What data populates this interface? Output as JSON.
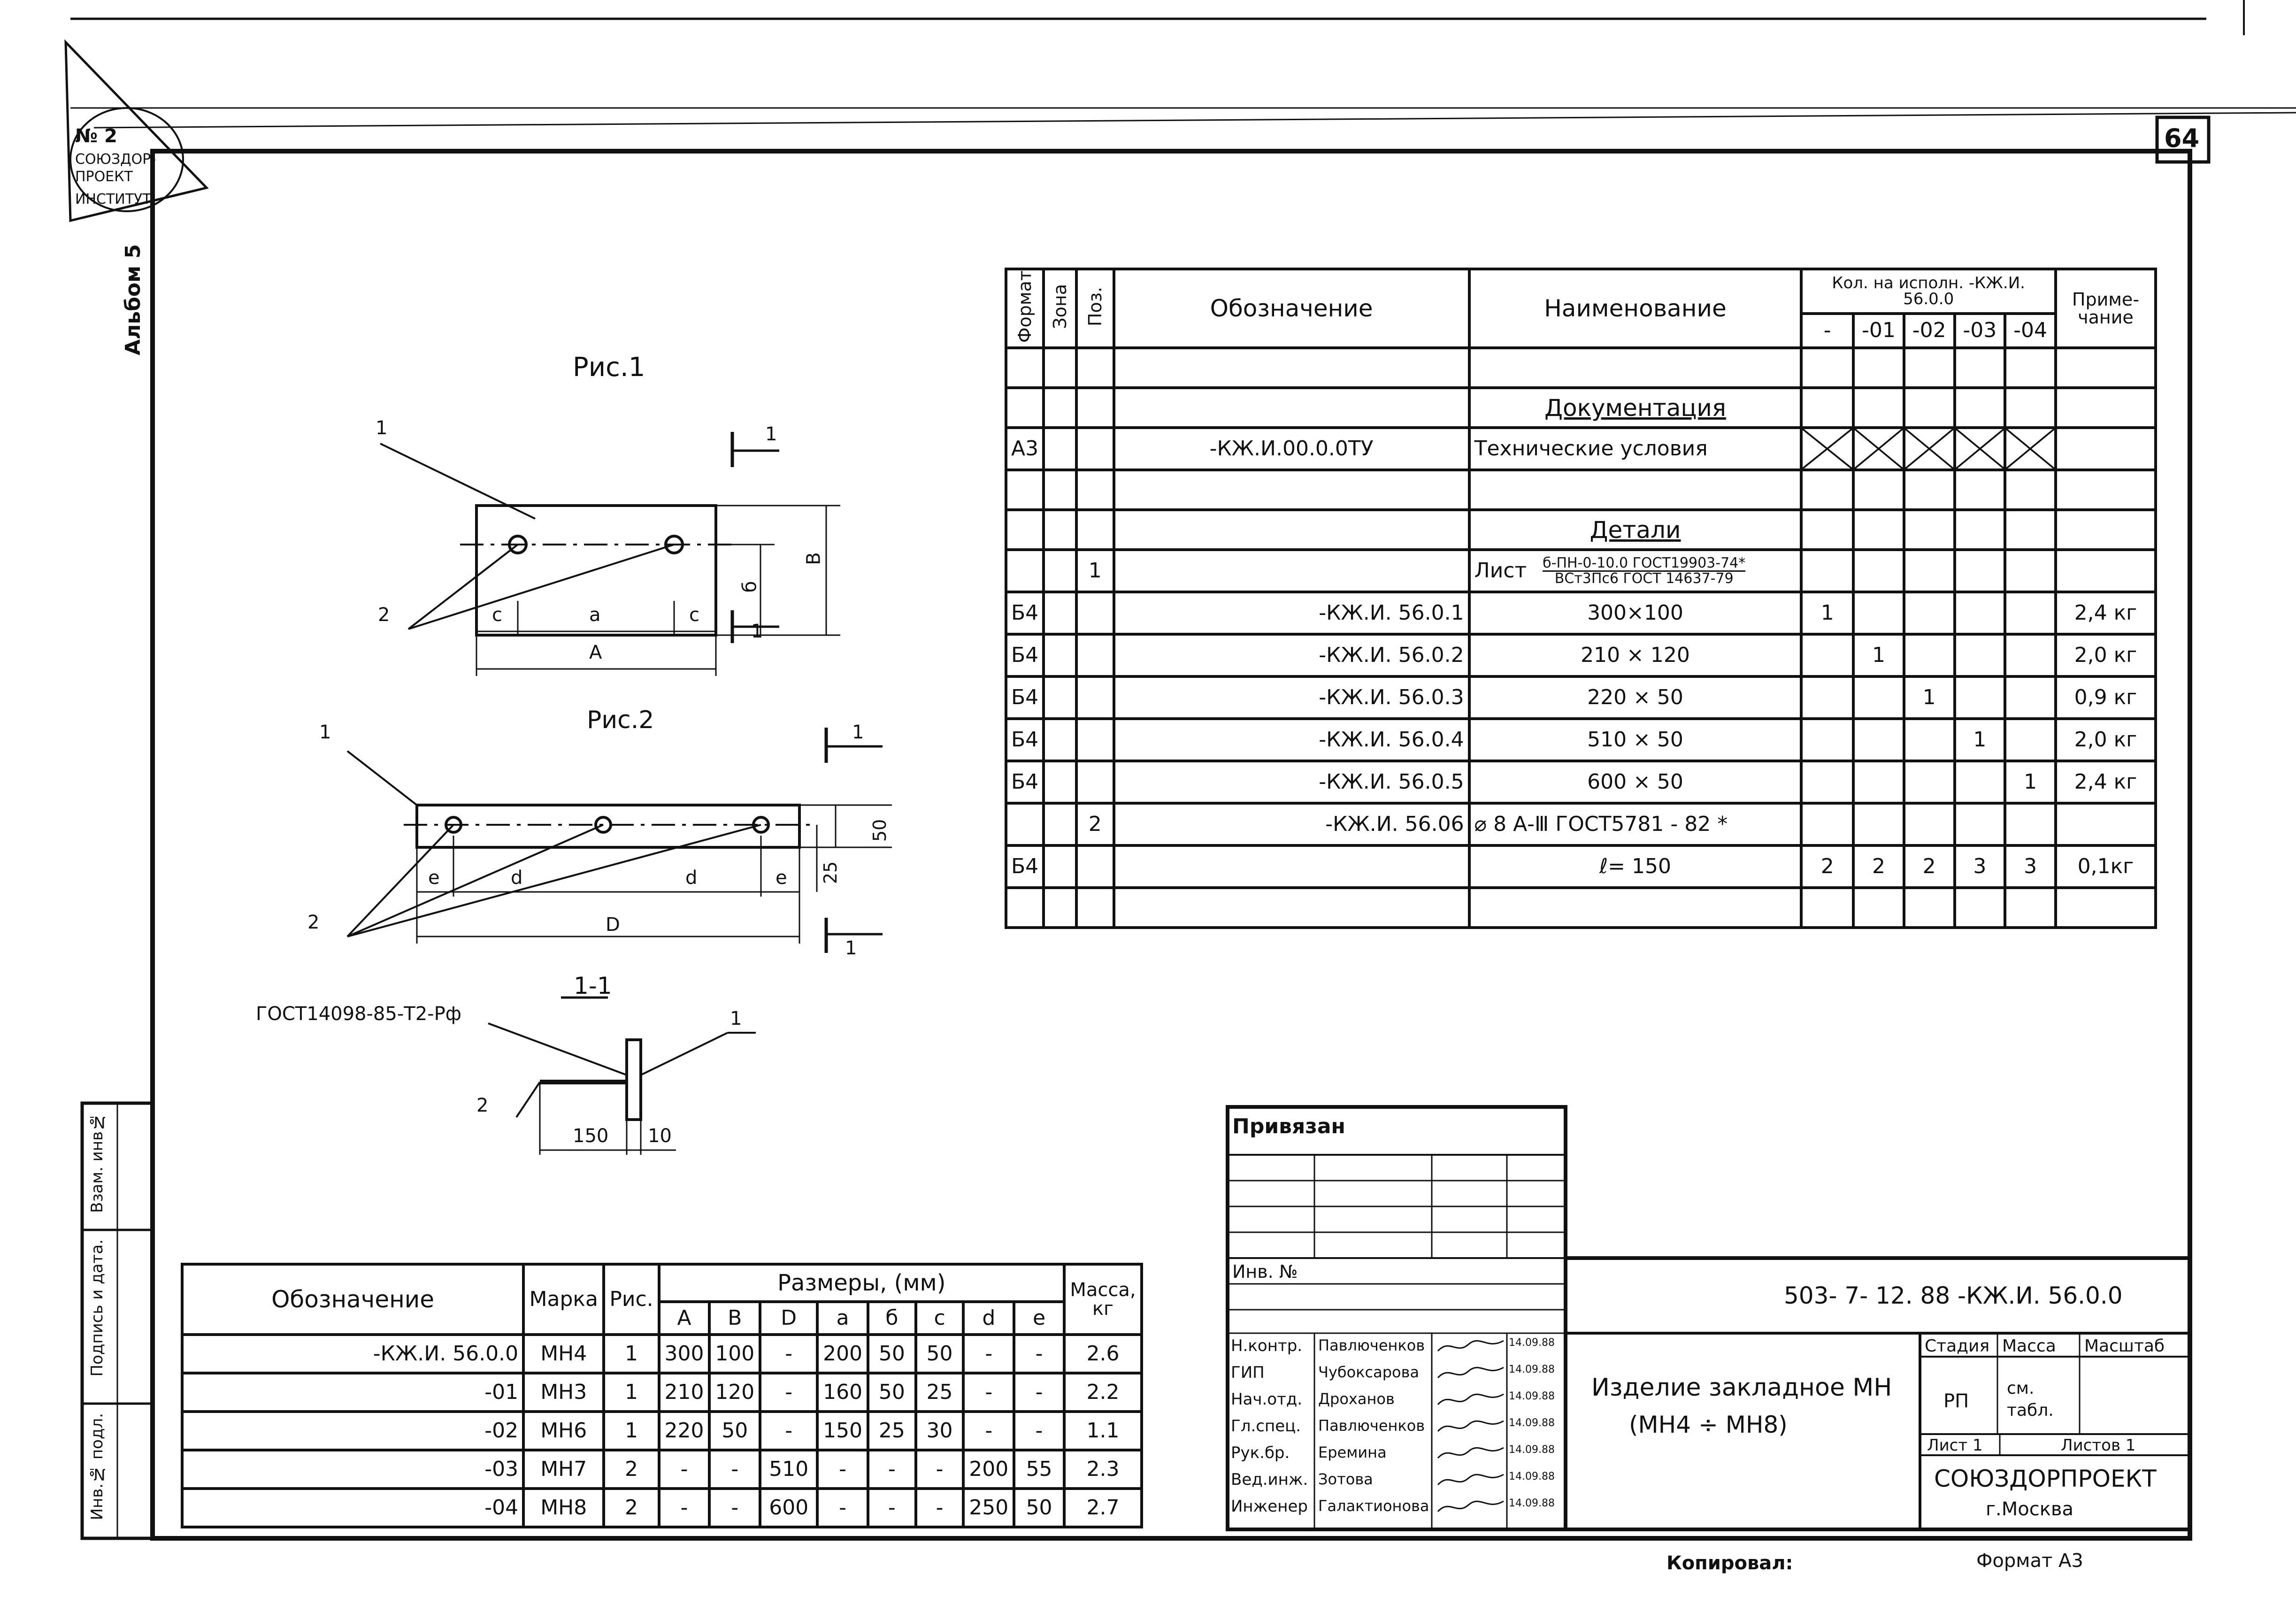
{
  "sheet_number": "64",
  "album_label": "Альбом 5",
  "stamp_text": [
    "№ 2",
    "СОЮЗДОР-",
    "ПРОЕКТ",
    "ИНСТИТУТ"
  ],
  "figures": {
    "fig1_title": "Рис.1",
    "fig2_title": "Рис.2",
    "section_title": "1-1",
    "gost_label": "ГОСТ14098-85-Т2-Рф",
    "fig1_labels": {
      "pos1": "1",
      "pos2": "2",
      "c1": "c",
      "a": "a",
      "c2": "c",
      "A": "A",
      "b": "б",
      "B": "B",
      "cut_top": "1",
      "cut_bottom": "1"
    },
    "fig2_labels": {
      "pos1": "1",
      "pos2": "2",
      "e1": "e",
      "d1": "d",
      "d2": "d",
      "e2": "e",
      "D": "D",
      "dim50": "50",
      "dim25": "25",
      "cut_top": "1",
      "cut_bottom": "1"
    },
    "section_labels": {
      "pos1": "1",
      "pos2": "2",
      "dim150": "150",
      "dim10": "10"
    }
  },
  "spec": {
    "headers": {
      "format": "Формат",
      "zone": "Зона",
      "pos": "Поз.",
      "designation": "Обозначение",
      "name": "Наименование",
      "qty": "Кол. на исполн. -КЖ.И. 56.0.0",
      "note": "Приме-чание",
      "variants": [
        "-",
        "-01",
        "-02",
        "-03",
        "-04"
      ]
    },
    "section_docs": "Документация",
    "doc_row": {
      "format": "А3",
      "designation": "-КЖ.И.00.0.0ТУ",
      "name": "Технические условия"
    },
    "section_parts": "Детали",
    "sheet_row": {
      "pos": "1",
      "name_prefix": "Лист",
      "name_top": "б-ПН-0-10.0 ГОСТ19903-74*",
      "name_bottom": "ВСт3Пс6 ГОСТ 14637-79"
    },
    "rows": [
      {
        "format": "Б4",
        "pos": "",
        "designation": "-КЖ.И. 56.0.1",
        "name": "300×100",
        "q": [
          "1",
          "",
          "",
          "",
          ""
        ],
        "note": "2,4 кг"
      },
      {
        "format": "Б4",
        "pos": "",
        "designation": "-КЖ.И. 56.0.2",
        "name": "210 × 120",
        "q": [
          "",
          "1",
          "",
          "",
          ""
        ],
        "note": "2,0 кг"
      },
      {
        "format": "Б4",
        "pos": "",
        "designation": "-КЖ.И. 56.0.3",
        "name": "220 × 50",
        "q": [
          "",
          "",
          "1",
          "",
          ""
        ],
        "note": "0,9 кг"
      },
      {
        "format": "Б4",
        "pos": "",
        "designation": "-КЖ.И. 56.0.4",
        "name": "510 × 50",
        "q": [
          "",
          "",
          "",
          "1",
          ""
        ],
        "note": "2,0 кг"
      },
      {
        "format": "Б4",
        "pos": "",
        "designation": "-КЖ.И. 56.0.5",
        "name": "600 × 50",
        "q": [
          "",
          "",
          "",
          "",
          "1"
        ],
        "note": "2,4 кг"
      },
      {
        "format": "",
        "pos": "2",
        "designation": "-КЖ.И. 56.06",
        "name": "⌀ 8 А-Ⅲ  ГОСТ5781 - 82 *",
        "q": [
          "",
          "",
          "",
          "",
          ""
        ],
        "note": ""
      },
      {
        "format": "Б4",
        "pos": "",
        "designation": "",
        "name": "ℓ= 150",
        "q": [
          "2",
          "2",
          "2",
          "3",
          "3"
        ],
        "note": "0,1кг"
      }
    ]
  },
  "dims_table": {
    "h_designation": "Обозначение",
    "h_mark": "Марка",
    "h_fig": "Рис.",
    "h_sizes": "Размеры, (мм)",
    "h_mass": "Масса, кг",
    "cols": [
      "A",
      "B",
      "D",
      "a",
      "б",
      "c",
      "d",
      "e"
    ],
    "rows": [
      {
        "designation": "-КЖ.И. 56.0.0",
        "mark": "МН4",
        "fig": "1",
        "vals": [
          "300",
          "100",
          "-",
          "200",
          "50",
          "50",
          "-",
          "-"
        ],
        "mass": "2.6"
      },
      {
        "designation": "-01",
        "mark": "МН3",
        "fig": "1",
        "vals": [
          "210",
          "120",
          "-",
          "160",
          "50",
          "25",
          "-",
          "-"
        ],
        "mass": "2.2"
      },
      {
        "designation": "-02",
        "mark": "МН6",
        "fig": "1",
        "vals": [
          "220",
          "50",
          "-",
          "150",
          "25",
          "30",
          "-",
          "-"
        ],
        "mass": "1.1"
      },
      {
        "designation": "-03",
        "mark": "МН7",
        "fig": "2",
        "vals": [
          "-",
          "-",
          "510",
          "-",
          "-",
          "-",
          "200",
          "55"
        ],
        "mass": "2.3"
      },
      {
        "designation": "-04",
        "mark": "МН8",
        "fig": "2",
        "vals": [
          "-",
          "-",
          "600",
          "-",
          "-",
          "-",
          "250",
          "50"
        ],
        "mass": "2.7"
      }
    ]
  },
  "left_strip": {
    "inv_orig": "Инв.№ подл.",
    "sign_date": "Подпись и дата.",
    "vzam_inv": "Взам. инв№"
  },
  "title_block": {
    "privyazan": "Привязан",
    "inv_no": "Инв. №",
    "doc_code": "503- 7- 12. 88 -КЖ.И. 56.0.0",
    "product_title_1": "Изделие закладное МН",
    "product_title_2": "(МН4 ÷ МН8)",
    "stage_h": "Стадия",
    "mass_h": "Масса",
    "scale_h": "Масштаб",
    "stage": "РП",
    "mass": "см. табл.",
    "sheet": "Лист 1",
    "sheets": "Листов 1",
    "org": "СОЮЗДОРПРОЕКТ",
    "city": "г.Москва",
    "signers": [
      {
        "role": "Н.контр.",
        "name": "Павлюченков",
        "date": "14.09.88"
      },
      {
        "role": "ГИП",
        "name": "Чубоксарова",
        "date": "14.09.88"
      },
      {
        "role": "Нач.отд.",
        "name": "Дроханов",
        "date": "14.09.88"
      },
      {
        "role": "Гл.спец.",
        "name": "Павлюченков",
        "date": "14.09.88"
      },
      {
        "role": "Рук.бр.",
        "name": "Еремина",
        "date": "14.09.88"
      },
      {
        "role": "Вед.инж.",
        "name": "Зотова",
        "date": "14.09.88"
      },
      {
        "role": "Инженер",
        "name": "Галактионова",
        "date": "14.09.88"
      }
    ]
  },
  "footer": {
    "copied": "Копировал:",
    "format": "Формат А3"
  }
}
